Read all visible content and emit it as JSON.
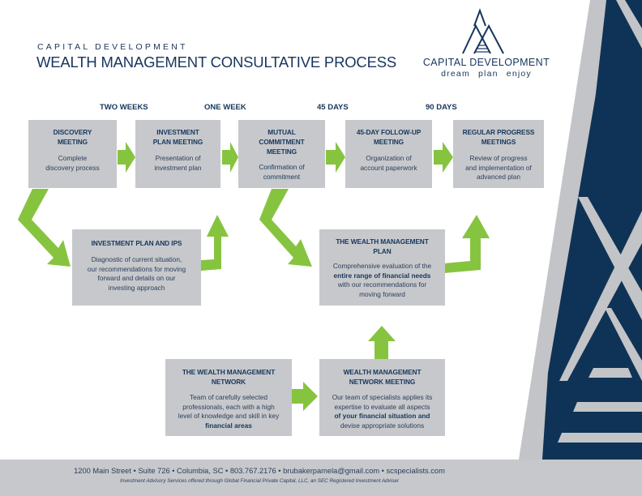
{
  "header": {
    "eyebrow": "CAPITAL DEVELOPMENT",
    "title": "WEALTH MANAGEMENT CONSULTATIVE PROCESS"
  },
  "logo": {
    "icon": "mountain-peaks-icon",
    "name": "CAPITAL DEVELOPMENT",
    "tagline": "dream  plan  enjoy"
  },
  "colors": {
    "navy": "#0f3356",
    "title_blue": "#17365d",
    "box_gray": "#c6c8cb",
    "arrow_green": "#86c440",
    "graphic_gray": "#c3c4c7"
  },
  "timeline": [
    "TWO WEEKS",
    "ONE WEEK",
    "45 DAYS",
    "90 DAYS"
  ],
  "steps": [
    {
      "title": "DISCOVERY MEETING",
      "title_lines": [
        "DISCOVERY",
        "MEETING"
      ],
      "desc_lines": [
        "Complete",
        "discovery process"
      ]
    },
    {
      "title": "INVESTMENT PLAN MEETING",
      "title_lines": [
        "INVESTMENT",
        "PLAN MEETING"
      ],
      "desc_lines": [
        "Presentation of",
        "investment plan"
      ]
    },
    {
      "title": "MUTUAL COMMITMENT MEETING",
      "title_lines": [
        "MUTUAL",
        "COMMITMENT",
        "MEETING"
      ],
      "desc_lines": [
        "Confirmation of",
        "commitment"
      ]
    },
    {
      "title": "45-DAY FOLLOW-UP MEETING",
      "title_lines": [
        "45-DAY FOLLOW-UP",
        "MEETING"
      ],
      "desc_lines": [
        "Organization of",
        "account paperwork"
      ]
    },
    {
      "title": "REGULAR PROGRESS MEETINGS",
      "title_lines": [
        "REGULAR PROGRESS",
        "MEETINGS"
      ],
      "desc_lines": [
        "Review of progress",
        "and implementation of",
        "advanced plan"
      ]
    }
  ],
  "ips": {
    "title": "INVESTMENT PLAN AND IPS",
    "desc_lines": [
      "Diagnostic of current situation,",
      "our recommendations for moving",
      "forward and details on our",
      "investing approach"
    ]
  },
  "wm_plan": {
    "title_lines": [
      "THE WEALTH MANAGEMENT",
      "PLAN"
    ],
    "desc_line1": "Comprehensive evaluation of the",
    "desc_bold": "entire range of financial needs",
    "desc_line3": "with our recommendations for",
    "desc_line4": "moving forward"
  },
  "network": {
    "title_lines": [
      "THE WEALTH MANAGEMENT",
      "NETWORK"
    ],
    "desc_line1": "Team of carefully selected",
    "desc_line2": "professionals, each with a high",
    "desc_line3": "level of knowledge and skill in key",
    "desc_bold": "financial areas"
  },
  "network_meeting": {
    "title_lines": [
      "WEALTH MANAGEMENT",
      "NETWORK MEETING"
    ],
    "desc_line1": "Our team of specialists applies its",
    "desc_line2": "expertise to evaluate all aspects",
    "desc_bold": "of your financial situation and",
    "desc_line4": "devise appropriate solutions"
  },
  "footer": {
    "address": "1200 Main Street •  Suite 726 • Columbia, SC • 803.767.2176 • brubakerpamela@gmail.com • scspecialists.com",
    "disclaimer": "Investment Advisory Services offered through Global Financial Private Capital, LLC, an SEC Registered Investment Adviser"
  }
}
